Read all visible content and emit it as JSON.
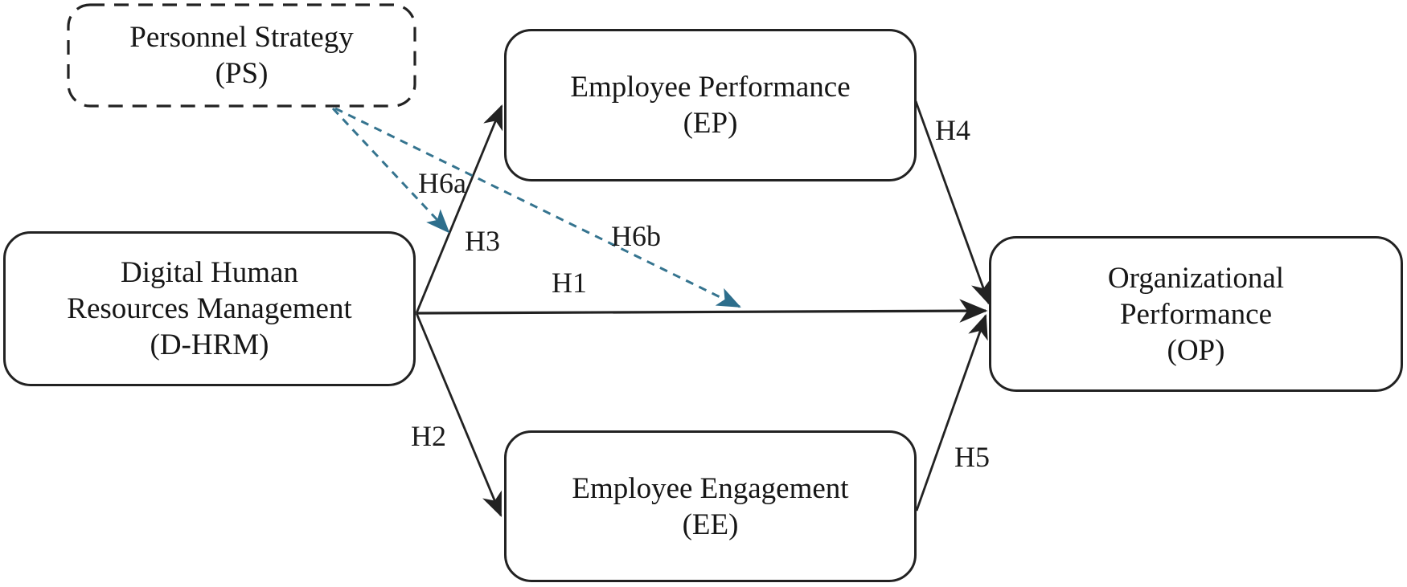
{
  "nodes": {
    "ps": {
      "line1": "Personnel Strategy",
      "abbr": "(PS)",
      "border": "dashed"
    },
    "ep": {
      "line1": "Employee Performance",
      "abbr": "(EP)",
      "border": "solid"
    },
    "dhrm": {
      "line1": "Digital Human",
      "line2": "Resources Management",
      "abbr": "(D-HRM)",
      "border": "solid"
    },
    "op": {
      "line1": "Organizational",
      "line2": "Performance",
      "abbr": "(OP)",
      "border": "solid"
    },
    "ee": {
      "line1": "Employee Engagement",
      "abbr": "(EE)",
      "border": "solid"
    }
  },
  "hypotheses": {
    "h1": {
      "label": "H1",
      "from": "D-HRM",
      "to": "OP",
      "style": "solid"
    },
    "h2": {
      "label": "H2",
      "from": "D-HRM",
      "to": "EE",
      "style": "solid"
    },
    "h3": {
      "label": "H3",
      "from": "D-HRM",
      "to": "EP",
      "style": "solid"
    },
    "h4": {
      "label": "H4",
      "from": "EP",
      "to": "OP",
      "style": "solid"
    },
    "h5": {
      "label": "H5",
      "from": "EE",
      "to": "OP",
      "style": "solid"
    },
    "h6a": {
      "label": "H6a",
      "from": "PS",
      "to": "D-HRM to EP path",
      "style": "dashed"
    },
    "h6b": {
      "label": "H6b",
      "from": "PS",
      "to": "D-HRM to OP path",
      "style": "dashed"
    }
  },
  "colors": {
    "background": "#ffffff",
    "box_border": "#222222",
    "text": "#161616",
    "solid_arrow": "#222222",
    "moderation_arrow": "#35748f",
    "moderation_arrowhead": "#2d6e8c"
  }
}
